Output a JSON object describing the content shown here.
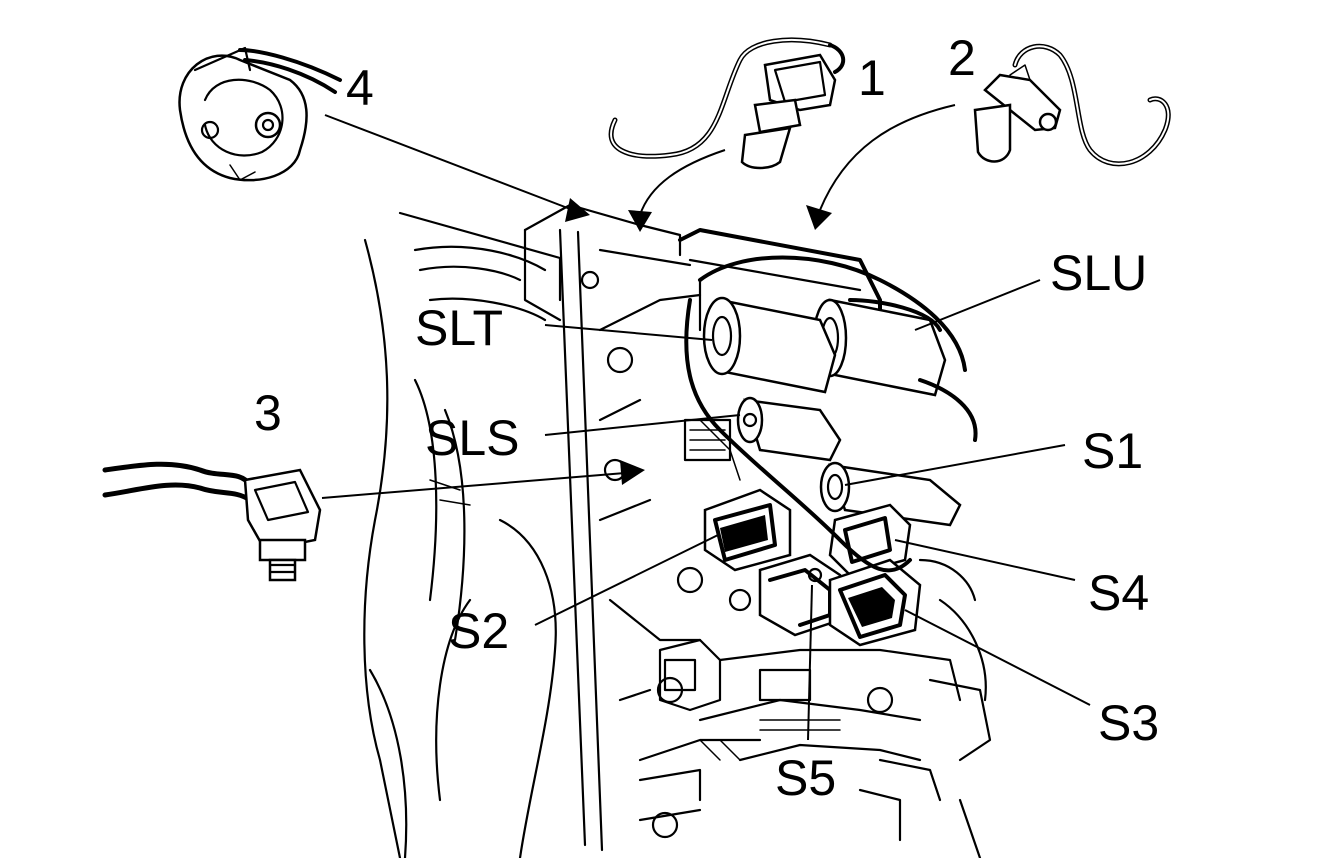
{
  "labels": {
    "n1": "1",
    "n2": "2",
    "n3": "3",
    "n4": "4",
    "slu": "SLU",
    "slt": "SLT",
    "sls": "SLS",
    "s1": "S1",
    "s2": "S2",
    "s3": "S3",
    "s4": "S4",
    "s5": "S5"
  },
  "colors": {
    "ink": "#000000",
    "paper": "#ffffff"
  }
}
